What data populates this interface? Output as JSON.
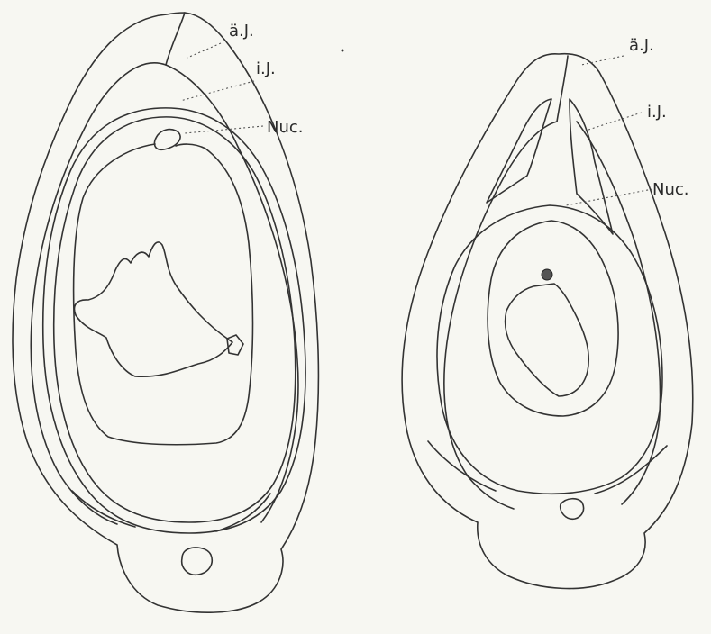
{
  "figures": [
    {
      "id": "left-ovule",
      "labels": {
        "outer_integument": "ä.J.",
        "inner_integument": "i.J.",
        "nucellus": "Nuc."
      }
    },
    {
      "id": "right-ovule",
      "labels": {
        "outer_integument": "ä.J.",
        "inner_integument": "i.J.",
        "nucellus": "Nuc."
      }
    }
  ]
}
